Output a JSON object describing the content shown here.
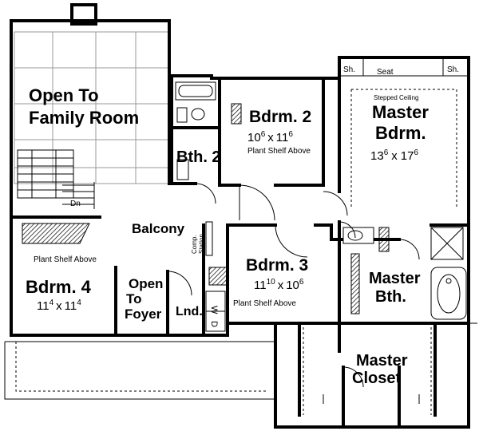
{
  "rooms": {
    "open_family": {
      "line1": "Open To",
      "line2": "Family Room"
    },
    "bdrm2": {
      "name": "Bdrm. 2",
      "dim_w": "10",
      "dim_w_sup": "6",
      "dim_x": "x",
      "dim_h": "11",
      "dim_h_sup": "6"
    },
    "master_bdrm": {
      "line1": "Master",
      "line2": "Bdrm.",
      "ceiling": "Stepped Ceiling",
      "dim_w": "13",
      "dim_w_sup": "6",
      "dim_x": "x",
      "dim_h": "17",
      "dim_h_sup": "6"
    },
    "bth2": {
      "name": "Bth. 2"
    },
    "bdrm3": {
      "name": "Bdrm. 3",
      "dim_w": "11",
      "dim_w_sup": "10",
      "dim_x": "x",
      "dim_h": "10",
      "dim_h_sup": "6"
    },
    "bdrm4": {
      "name": "Bdrm. 4",
      "dim_w": "11",
      "dim_w_sup": "4",
      "dim_x": "x",
      "dim_h": "11",
      "dim_h_sup": "4"
    },
    "master_bth": {
      "line1": "Master",
      "line2": "Bth."
    },
    "master_closet": {
      "line1": "Master",
      "line2": "Closet"
    },
    "balcony": {
      "name": "Balcony"
    },
    "open_foyer": {
      "line1": "Open",
      "line2": "To",
      "line3": "Foyer"
    },
    "laundry": {
      "name": "Lnd."
    }
  },
  "labels": {
    "plant_shelf_bdrm2": "Plant Shelf Above",
    "plant_shelf_bdrm4": "Plant Shelf Above",
    "plant_shelf_bdrm3": "Plant Shelf Above",
    "comp_station_1": "Comp.",
    "comp_station_2": "Station",
    "stair_dn": "Dn",
    "seat": "Seat",
    "sh_left": "Sh.",
    "sh_right": "Sh.",
    "washer": "W",
    "dryer": "D"
  }
}
